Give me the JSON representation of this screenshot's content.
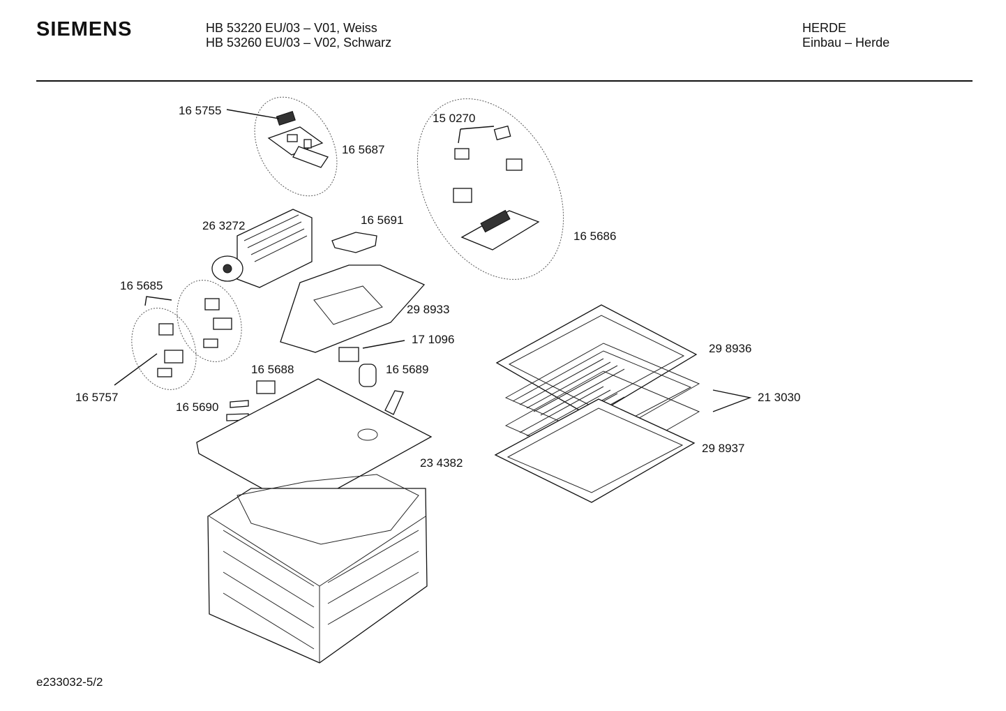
{
  "header": {
    "brand": "SIEMENS",
    "models": [
      "HB 53220 EU/03 – V01, Weiss",
      "HB 53260 EU/03 – V02, Schwarz"
    ],
    "category": [
      "HERDE",
      "Einbau – Herde"
    ]
  },
  "footer": {
    "drawing_id": "e233032-5/2"
  },
  "parts": {
    "p165755": "16 5755",
    "p165687": "16 5687",
    "p150270": "15 0270",
    "p165686": "16 5686",
    "p263272": "26 3272",
    "p165691": "16 5691",
    "p165685": "16 5685",
    "p298933": "29 8933",
    "p171096": "17 1096",
    "p165688": "16 5688",
    "p165689": "16 5689",
    "p165757": "16 5757",
    "p165690": "16 5690",
    "p298936": "29 8936",
    "p213030": "21 3030",
    "p298937": "29 8937",
    "p234382": "23 4382"
  }
}
